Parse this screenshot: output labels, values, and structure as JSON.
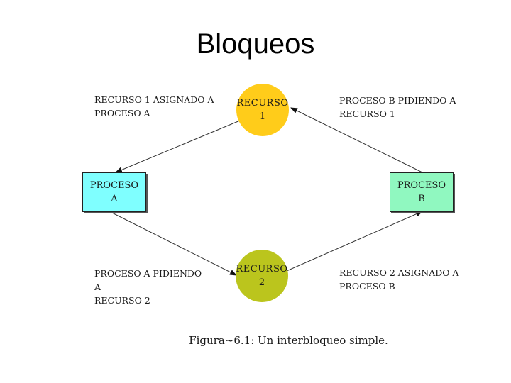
{
  "title": "Bloqueos",
  "nodes": {
    "proceso_a": {
      "line1": "PROCESO",
      "line2": "A",
      "fill": "#7fffff"
    },
    "proceso_b": {
      "line1": "PROCESO",
      "line2": "B",
      "fill": "#90f8c0"
    },
    "recurso_1": {
      "line1": "RECURSO",
      "line2": "1",
      "fill": "#ffcc1a"
    },
    "recurso_2": {
      "line1": "RECURSO",
      "line2": "2",
      "fill": "#bbc51d"
    }
  },
  "labels": {
    "r1_to_a": [
      "RECURSO 1 ASIGNADO A",
      "PROCESO A"
    ],
    "b_to_r1": [
      "PROCESO B PIDIENDO A",
      "RECURSO 1"
    ],
    "a_to_r2": [
      "PROCESO A PIDIENDO",
      "A",
      "RECURSO 2"
    ],
    "r2_to_b": [
      "RECURSO 2 ASIGNADO A",
      "PROCESO B"
    ]
  },
  "caption": "Figura~6.1: Un interbloqueo simple."
}
